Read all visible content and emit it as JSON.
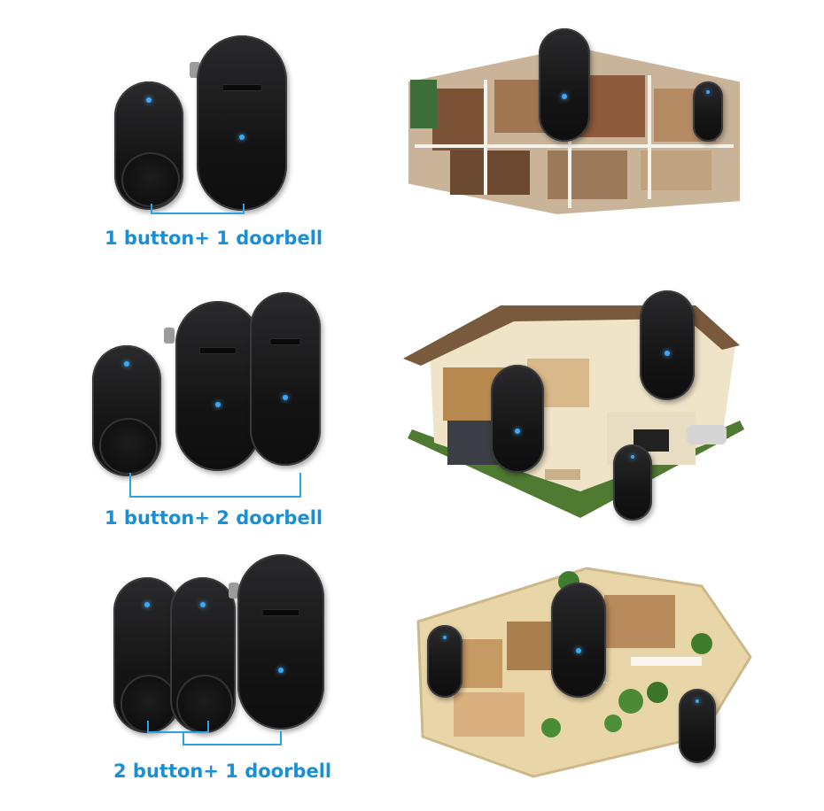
{
  "sections": [
    {
      "caption": "1 button+ 1 doorbell"
    },
    {
      "caption": "1 button+ 2 doorbell"
    },
    {
      "caption": "2 button+ 1 doorbell"
    }
  ],
  "colors": {
    "caption": "#1b8fd6",
    "connector": "#27a3e6",
    "led": "#36a9ff",
    "device": "#151516"
  }
}
